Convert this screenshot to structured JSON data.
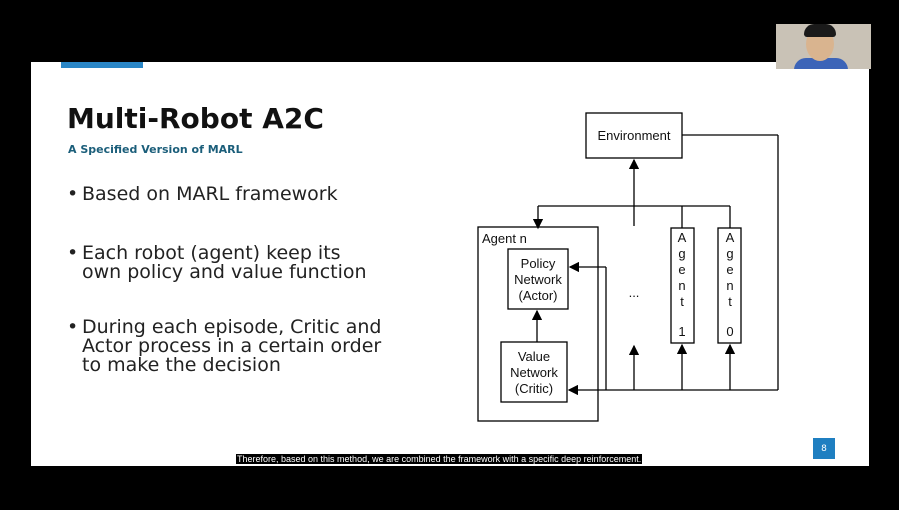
{
  "slide": {
    "title": "Multi-Robot A2C",
    "subtitle": "A Specified Version of MARL",
    "bullets": [
      "Based on MARL framework",
      "Each robot (agent) keep its\nown policy and value function",
      "During each episode, Critic and\nActor process in a certain order\nto make the decision"
    ],
    "page_number": "8",
    "accent_color": "#2a86c6"
  },
  "diagram": {
    "environment": "Environment",
    "agent_n_label": "Agent n",
    "policy_box": [
      "Policy",
      "Network",
      "(Actor)"
    ],
    "value_box": [
      "Value",
      "Network",
      "(Critic)"
    ],
    "ellipsis": "...",
    "agent1_letters": [
      "A",
      "g",
      "e",
      "n",
      "t",
      "1"
    ],
    "agent0_letters": [
      "A",
      "g",
      "e",
      "n",
      "t",
      "0"
    ]
  },
  "caption": "Therefore, based on this method, we are combined the framework with a specific deep reinforcement.",
  "webcam": {
    "icon": "webcam-person"
  }
}
